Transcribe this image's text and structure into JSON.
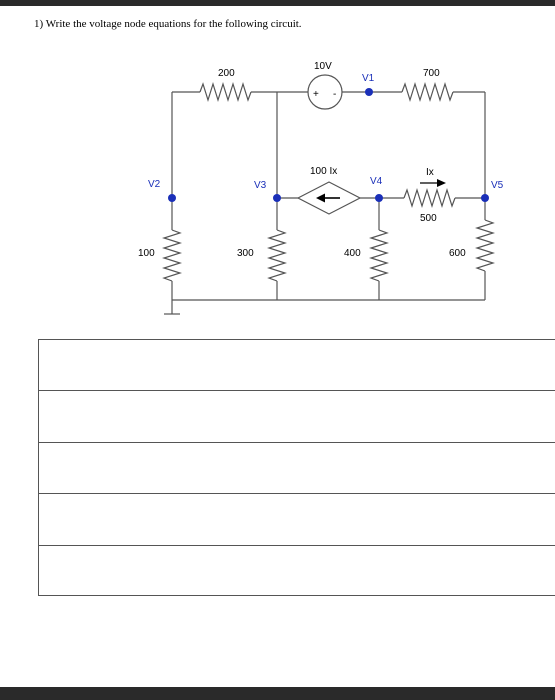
{
  "question": "1) Write the voltage node equations for the following circuit.",
  "circuit": {
    "labels": {
      "r200": "200",
      "r700": "700",
      "r100": "100",
      "r300": "300",
      "r400": "400",
      "r500": "500",
      "r600": "600",
      "source_10v": "10V",
      "source_plus": "+",
      "source_minus": "-",
      "dependent_source": "100 Ix",
      "ix": "Ix"
    },
    "nodes": {
      "v1": "V1",
      "v2": "V2",
      "v3": "V3",
      "v4": "V4",
      "v5": "V5"
    },
    "colors": {
      "node": "#1a2fb8",
      "wire": "#555555"
    }
  },
  "answer_rows": [
    "",
    "",
    "",
    "",
    ""
  ]
}
